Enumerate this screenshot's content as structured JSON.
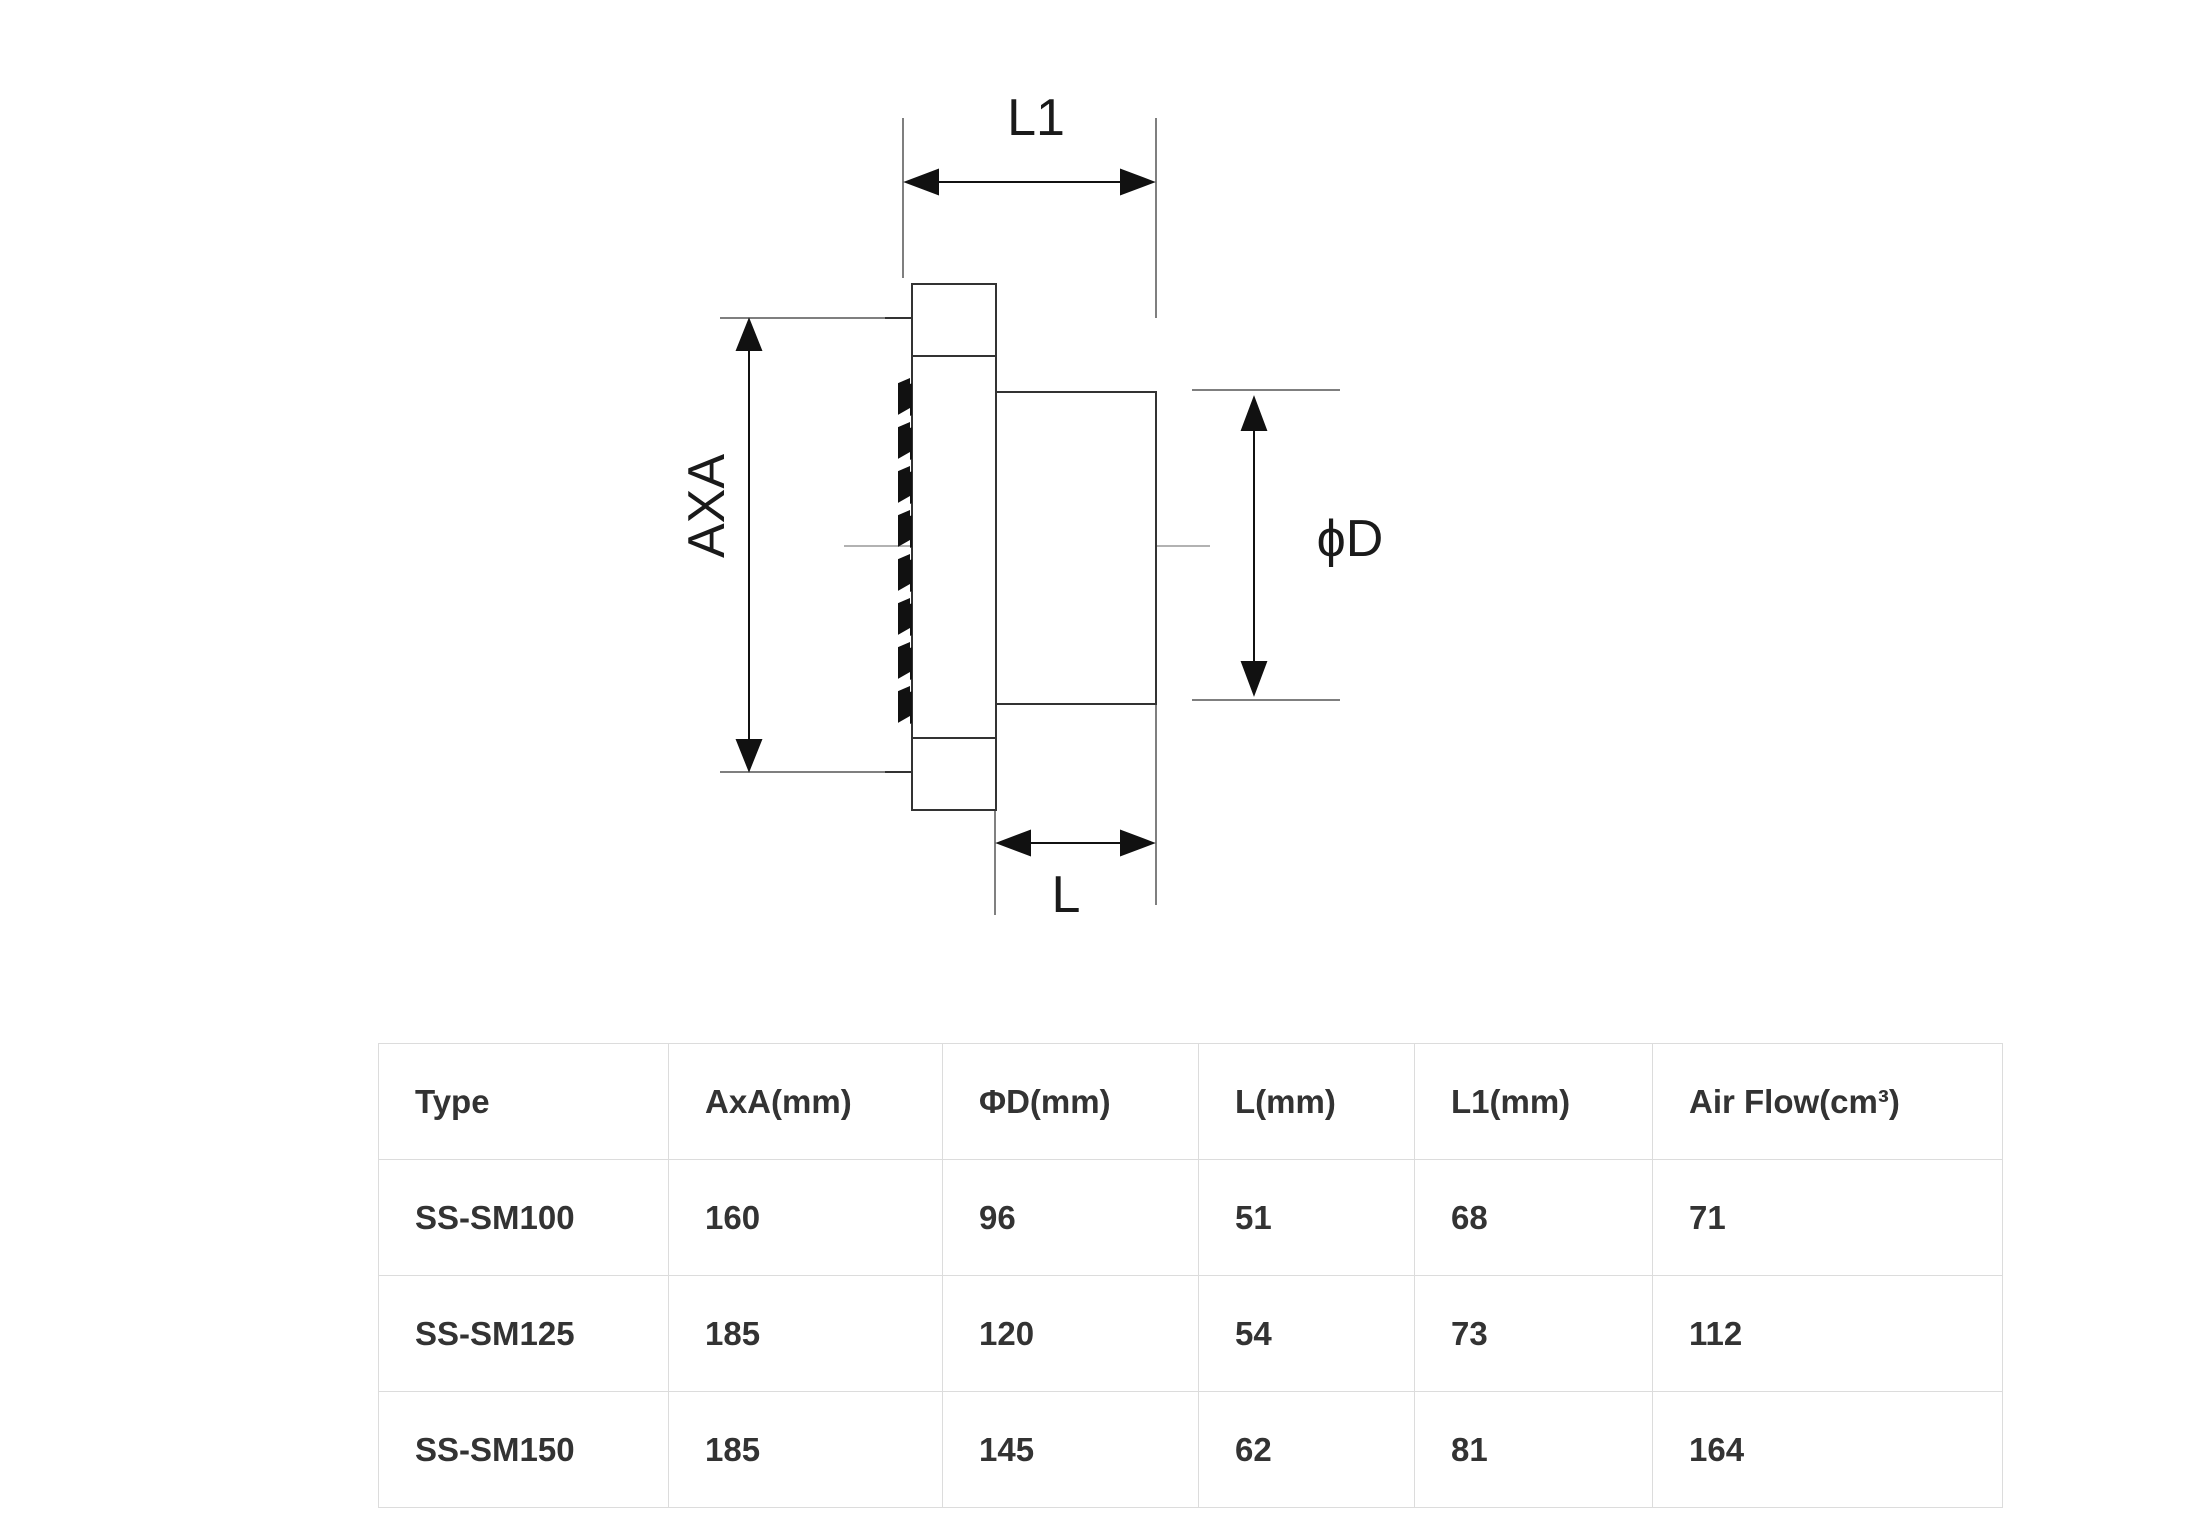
{
  "diagram": {
    "labels": {
      "l1": "L1",
      "axa": "AXA",
      "phi_d": "ϕD",
      "l": "L"
    }
  },
  "table": {
    "headers": [
      "Type",
      "AxA(mm)",
      "ΦD(mm)",
      "L(mm)",
      "L1(mm)",
      "Air Flow(cm³)"
    ],
    "rows": [
      [
        "SS-SM100",
        "160",
        "96",
        "51",
        "68",
        "71"
      ],
      [
        "SS-SM125",
        "185",
        "120",
        "54",
        "73",
        "112"
      ],
      [
        "SS-SM150",
        "185",
        "145",
        "62",
        "81",
        "164"
      ]
    ]
  }
}
